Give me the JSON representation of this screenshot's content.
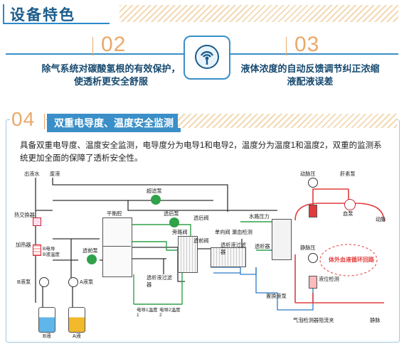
{
  "header": {
    "title": "设备特色"
  },
  "features": [
    {
      "num": "02",
      "text": "除气系统对碳酸氢根的有效保护，使透析更安全舒服"
    },
    {
      "num": "03",
      "text": "液体浓度的自动反馈调节纠正浓缩液配液误差"
    }
  ],
  "center_icon": "wireless-signal-icon",
  "section": {
    "num": "04",
    "title": "双重电导度、温度安全监测",
    "description": "具备双重电导度、温度安全监测，电导度分为电导1和电导2，温度分为温度1和温度2，双重的监测系统更加全面的保障了透析安全性。"
  },
  "diagram": {
    "labels": {
      "drain": "出液水",
      "waste": "废液",
      "heat_exchanger": "热交换器",
      "heater": "加热器",
      "b_cond": "B电导",
      "b_temp": "B液温度",
      "b_pump": "B液泵",
      "a_pump": "A液泵",
      "b_liquid": "B液",
      "a_liquid": "A液",
      "degas_pump": "透前泵",
      "balance_chamber": "平衡腔",
      "ultrafiltration_pump": "超滤泵",
      "post_pump": "透后泵",
      "post_valve": "透后阀",
      "check_valve": "单向阀",
      "bypass_valve": "旁路阀",
      "pre_valve": "透前阀",
      "filter1": "透析液过滤器",
      "filter2": "透析液过滤器",
      "cond1_temp1": "电导1温度1",
      "cond2_temp2": "电导2温度2",
      "water_pressure": "水路压力",
      "leak_detector": "漏血检测",
      "dialyzer": "透析器",
      "arterial_pressure": "动脉压",
      "heparin_pump": "肝素泵",
      "blood_pump": "血泵",
      "artery": "动脉",
      "venous_pressure": "静脉压",
      "replacement_pump": "置换液泵",
      "liquid_level": "液位检测",
      "bubble_clamp": "气泡检测器阻流夹",
      "vein": "静脉",
      "circulation": "体外血液循环回路"
    }
  }
}
